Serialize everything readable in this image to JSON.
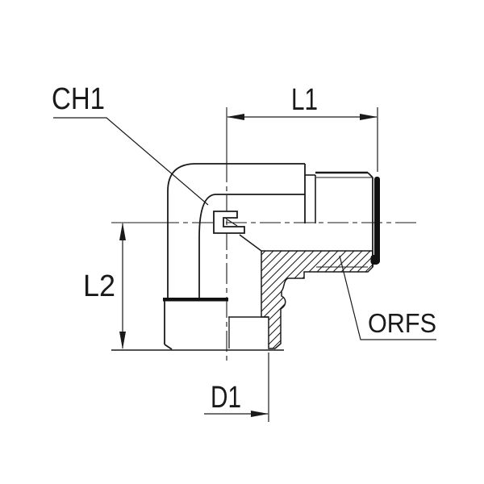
{
  "drawing": {
    "type": "technical-drawing-90deg-elbow-fitting",
    "labels": {
      "ch1": "CH1",
      "l1": "L1",
      "l2": "L2",
      "d1": "D1",
      "orfs": "ORFS"
    },
    "colors": {
      "line": "#1a1a1a",
      "fill_dark": "#111111",
      "background": "#ffffff"
    }
  }
}
